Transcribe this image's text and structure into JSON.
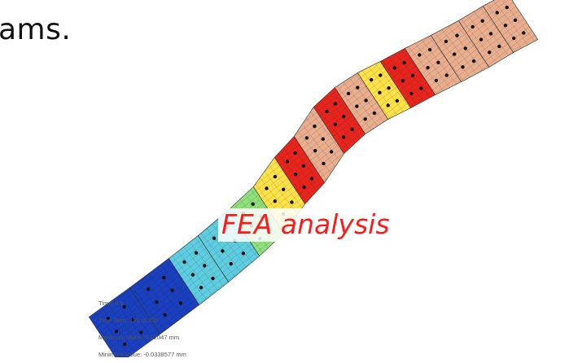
{
  "slide": {
    "heading_fragment": "ams."
  },
  "figure": {
    "caption": "FEA analysis",
    "colors": {
      "caption": "#ff1a1a",
      "low": "#1a3fbf",
      "mid_low": "#5fcde0",
      "mid": "#8fe07a",
      "mid_high": "#ffe14a",
      "high": "#e8251d",
      "peach": "#e9ae8e",
      "nodes": "#111111"
    }
  },
  "results": {
    "time_line": "Time: 4 s",
    "time_step_line": "Time Step:  100 of 100",
    "max_line": "Maximum Value: 0.22047 mm",
    "min_line": "Minimum Value: -0.0338577 mm"
  }
}
